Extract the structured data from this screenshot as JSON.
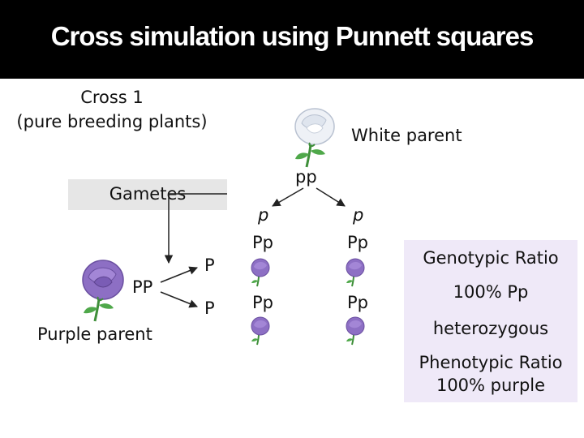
{
  "title": "Cross simulation using Punnett squares",
  "cross": {
    "line1": "Cross 1",
    "line2": "(pure breeding plants)"
  },
  "white_parent": {
    "label": "White parent",
    "genotype": "pp"
  },
  "purple_parent": {
    "label": "Purple parent",
    "genotype": "PP"
  },
  "gametes_label": "Gametes",
  "punnett": {
    "col_headers": [
      "p",
      "p"
    ],
    "row_headers": [
      "P",
      "P"
    ],
    "cells": [
      [
        "Pp",
        "Pp"
      ],
      [
        "Pp",
        "Pp"
      ]
    ]
  },
  "ratios": {
    "genotypic_title": "Genotypic Ratio",
    "genotypic_value": "100% Pp",
    "genotypic_desc": "heterozygous",
    "phenotypic_title": "Phenotypic Ratio",
    "phenotypic_value": "100% purple"
  },
  "colors": {
    "title_bg": "#000000",
    "gametes_bg": "#e6e6e6",
    "ratio_panel_bg": "#efe9f8",
    "purple_flower": "#8d6fc4",
    "white_flower": "#eef1f6"
  }
}
